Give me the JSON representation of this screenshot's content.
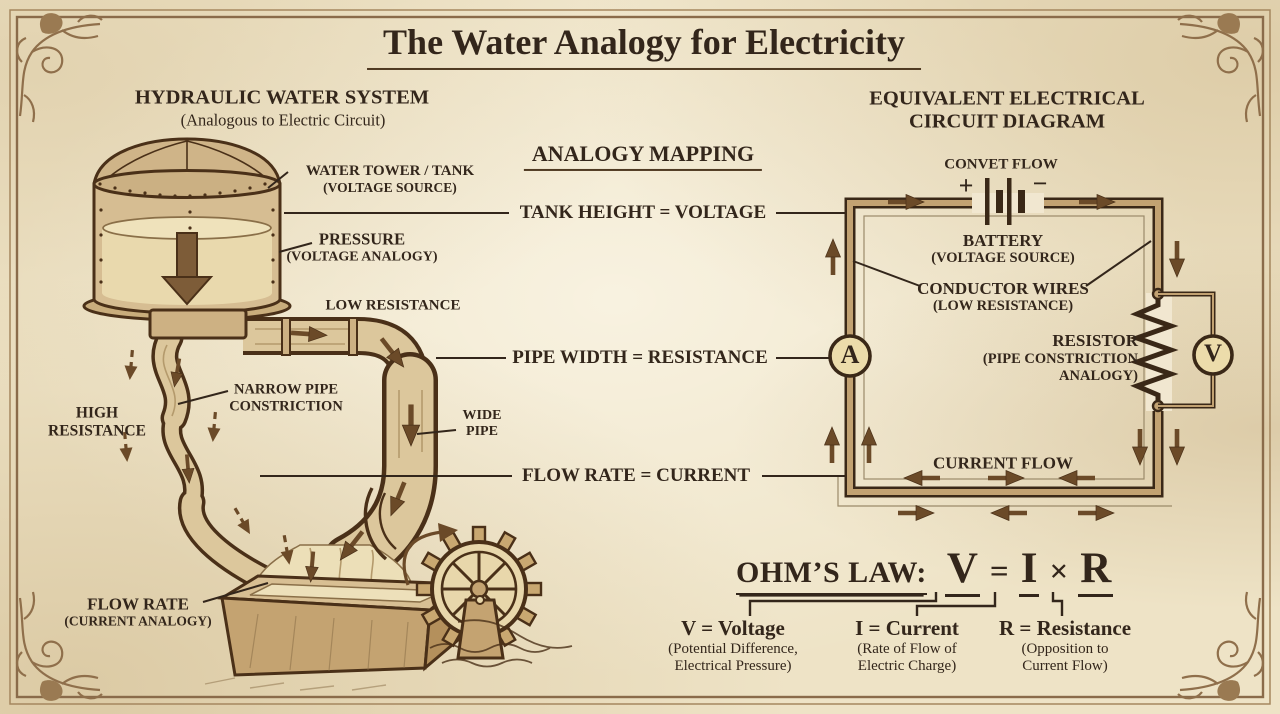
{
  "colors": {
    "parchment": "#f1e7d0",
    "ink": "#33261b",
    "outline": "#4a3018",
    "wood": "#d6bd92",
    "arrow": "#6b4a28",
    "wire_core": "#c2a272",
    "meter_fill": "#ecdcab",
    "frame": "#8f6f4b"
  },
  "title": "The Water Analogy for Electricity",
  "hydraulic": {
    "heading": "HYDRAULIC WATER SYSTEM",
    "subheading": "(Analogous to Electric Circuit)",
    "labels": {
      "water_tank_1": "WATER TOWER / TANK",
      "water_tank_2": "(VOLTAGE SOURCE)",
      "pressure_1": "PRESSURE",
      "pressure_2": "(VOLTAGE ANALOGY)",
      "low_resistance": "LOW RESISTANCE",
      "narrow_pipe_1": "NARROW PIPE",
      "narrow_pipe_2": "CONSTRICTION",
      "high_resistance_1": "HIGH",
      "high_resistance_2": "RESISTANCE",
      "wide_pipe_1": "WIDE",
      "wide_pipe_2": "PIPE",
      "flow_rate_1": "FLOW RATE",
      "flow_rate_2": "(CURRENT ANALOGY)"
    }
  },
  "mapping": {
    "heading": "ANALOGY MAPPING",
    "rows": [
      "TANK HEIGHT = VOLTAGE",
      "PIPE WIDTH = RESISTANCE",
      "FLOW RATE = CURRENT"
    ]
  },
  "circuit": {
    "heading_1": "EQUIVALENT ELECTRICAL",
    "heading_2": "CIRCUIT DIAGRAM",
    "labels": {
      "top_flow": "CONVET FLOW",
      "battery_1": "BATTERY",
      "battery_2": "(VOLTAGE SOURCE)",
      "conductor_1": "CONDUCTOR WIRES",
      "conductor_2": "(LOW RESISTANCE)",
      "resistor_1": "RESISTOR",
      "resistor_2": "(PIPE CONSTRICTION",
      "resistor_3": "ANALOGY)",
      "current_flow": "CURRENT FLOW"
    },
    "symbols": {
      "ammeter": "A",
      "voltmeter": "V",
      "plus": "+",
      "minus": "−"
    }
  },
  "ohms_law": {
    "label": "OHM’S LAW:",
    "formula": {
      "v": "V",
      "eq": "=",
      "i": "I",
      "times": "×",
      "r": "R"
    },
    "definitions": [
      {
        "term": "V = Voltage",
        "desc_1": "(Potential Difference,",
        "desc_2": "Electrical Pressure)"
      },
      {
        "term": "I = Current",
        "desc_1": "(Rate of Flow of",
        "desc_2": "Electric Charge)"
      },
      {
        "term": "R = Resistance",
        "desc_1": "(Opposition to",
        "desc_2": "Current Flow)"
      }
    ]
  }
}
